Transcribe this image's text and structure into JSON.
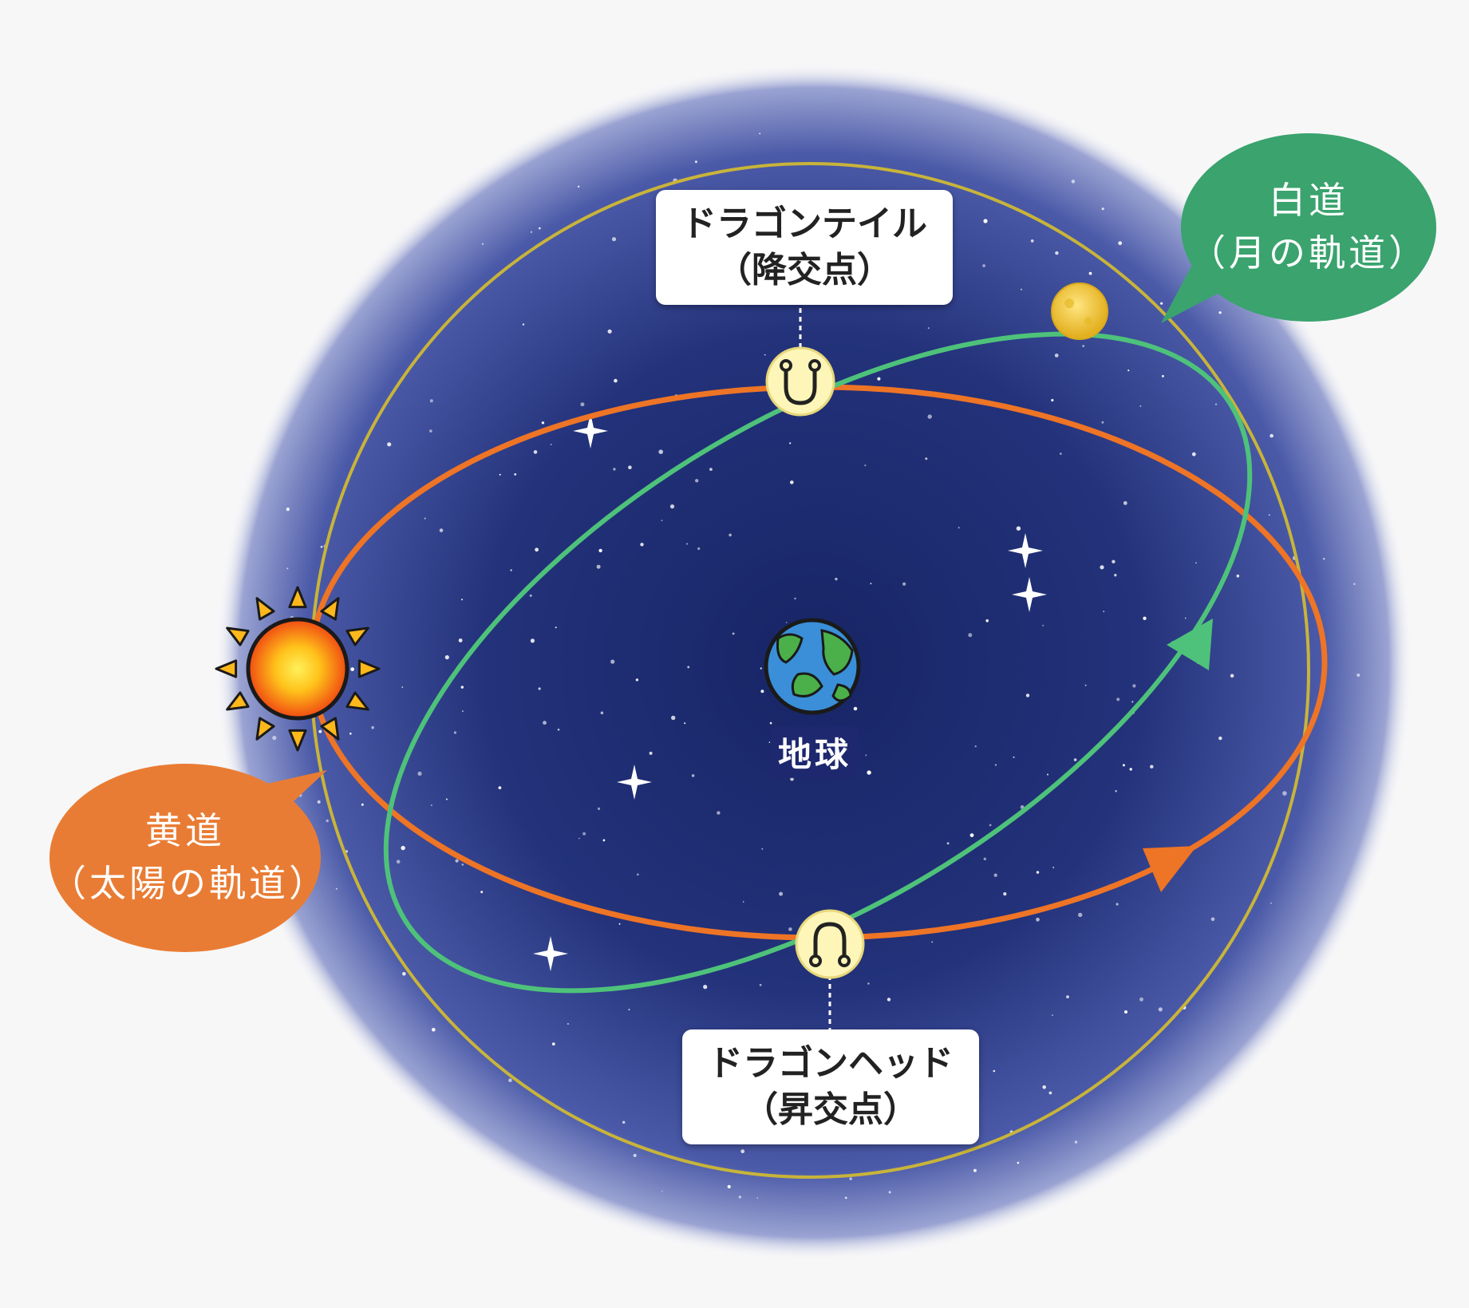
{
  "labels": {
    "tail": {
      "line1": "ドラゴンテイル",
      "line2": "（降交点）"
    },
    "head": {
      "line1": "ドラゴンヘッド",
      "line2": "（昇交点）"
    },
    "moon_orbit": {
      "line1": "白道",
      "line2": "（月の軌道）"
    },
    "sun_orbit": {
      "line1": "黄道",
      "line2": "（太陽の軌道）"
    },
    "earth": "地球"
  },
  "colors": {
    "sky_inner": "#1d2a6e",
    "sky_outer": "#5a6ab8",
    "outer_ring": "#c8b43a",
    "ecliptic": "#ee7426",
    "moon_orbit": "#4ec27a",
    "moon_bubble": "#3aa36e",
    "sun_bubble": "#e97c34",
    "node_fill": "#fdf6b8",
    "moon": "#f3c93a",
    "sun_core": "#ffcf1a",
    "sun_edge": "#f25c14"
  },
  "icons": {
    "tail_node": "descending-node-icon",
    "head_node": "ascending-node-icon",
    "sun": "sun-icon",
    "moon": "moon-icon",
    "earth": "earth-icon"
  }
}
